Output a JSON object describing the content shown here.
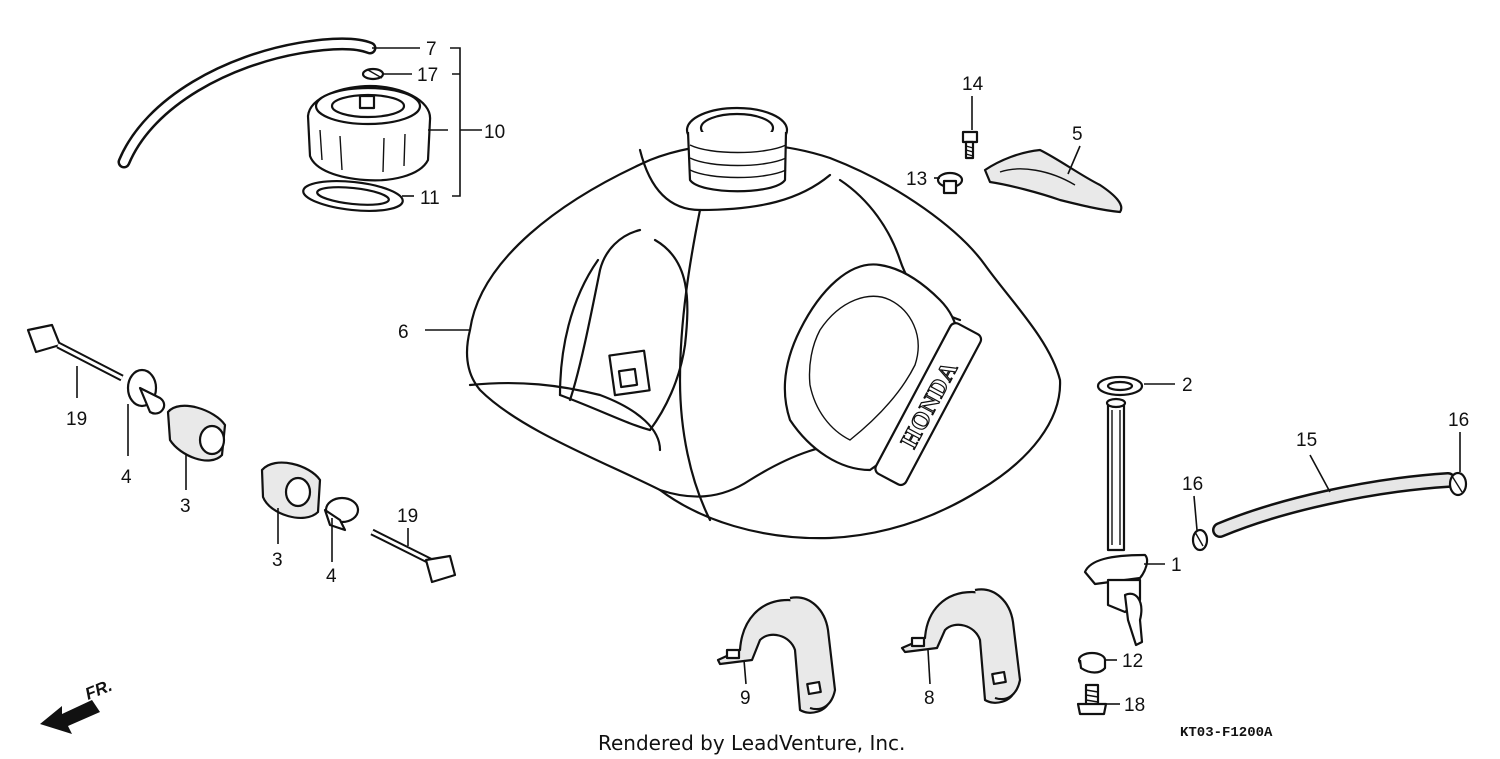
{
  "callouts": {
    "c1": "1",
    "c2": "2",
    "c3a": "3",
    "c3b": "3",
    "c4a": "4",
    "c4b": "4",
    "c5": "5",
    "c6": "6",
    "c7": "7",
    "c8": "8",
    "c9": "9",
    "c10": "10",
    "c11": "11",
    "c12": "12",
    "c13": "13",
    "c14": "14",
    "c15": "15",
    "c16a": "16",
    "c16b": "16",
    "c17": "17",
    "c18": "18",
    "c19a": "19",
    "c19b": "19"
  },
  "footer": {
    "credit": "Rendered by LeadVenture, Inc.",
    "diagram_code": "KT03-F1200A"
  },
  "direction": {
    "label": "FR."
  },
  "tank_logo": {
    "brand": "HONDA"
  }
}
